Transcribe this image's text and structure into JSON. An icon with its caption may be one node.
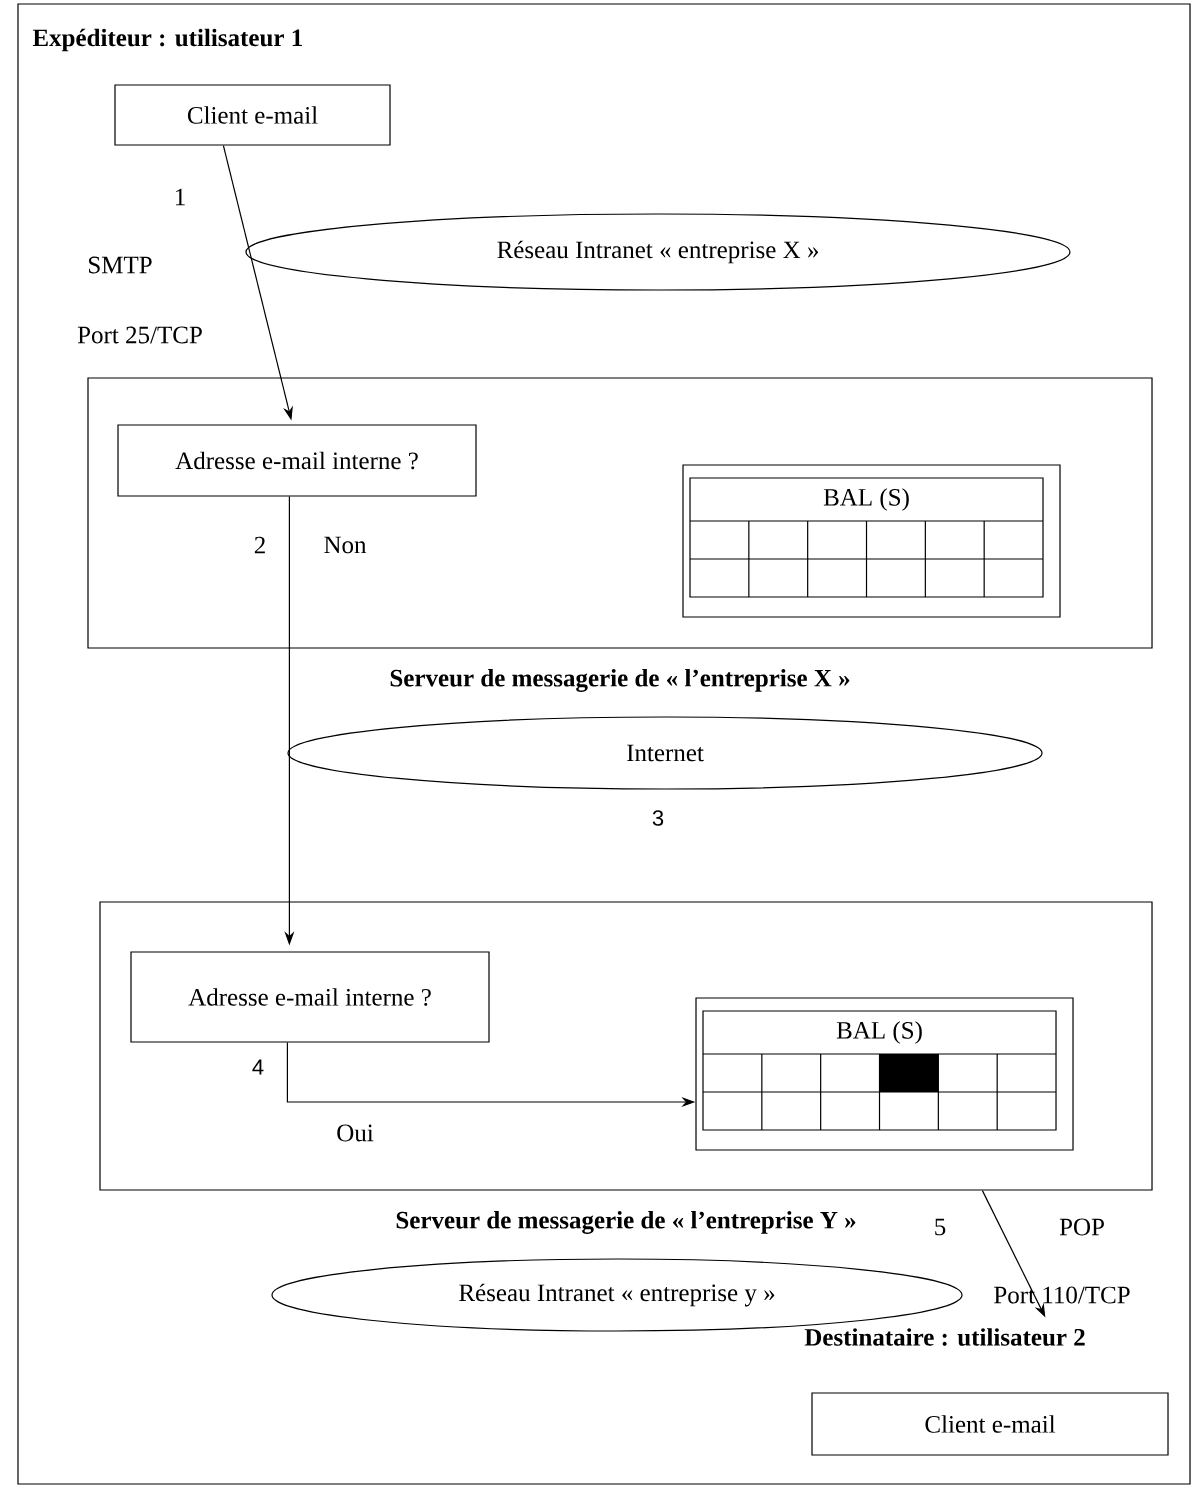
{
  "diagram": {
    "nodes": [
      {
        "text": [
          "Client e-mail"
        ]
      },
      {
        "text": [
          "Réseau Intranet « entreprise X »"
        ]
      },
      {
        "text": [
          "Serveur de messagerie de « l’entreprise X »"
        ]
      },
      {
        "text": [
          "Adresse e-mail interne ?"
        ],
        "in": 2
      },
      {
        "text": [
          "BAL (S)"
        ],
        "in": 2
      },
      {
        "text": [
          "Internet"
        ]
      },
      {
        "text": [
          "Serveur de messagerie de « l’entreprise Y »"
        ]
      },
      {
        "text": [
          "Adresse e-mail interne ?"
        ],
        "in": 6
      },
      {
        "text": [
          "BAL (S)"
        ],
        "in": 6
      },
      {
        "text": [
          "Réseau Intranet « entreprise y »"
        ]
      },
      {
        "text": [
          "Destinataire : utilisateur 2"
        ]
      },
      {
        "text": [
          "Client e-mail"
        ]
      }
    ],
    "edges": [
      {
        "from": 0,
        "to": 3,
        "arrow": "to"
      },
      {
        "from": 3,
        "to": 7,
        "arrow": "to"
      },
      {
        "from": 7,
        "to": 8,
        "arrow": "to"
      },
      {
        "from": 6,
        "to": 10,
        "arrow": "to"
      }
    ],
    "labels": [
      "Expéditeur : utilisateur 1",
      "1",
      "SMTP",
      "Port 25/TCP",
      "2",
      "Non",
      "3",
      "4",
      "Oui",
      "5",
      "POP",
      "Port 110/TCP"
    ]
  }
}
